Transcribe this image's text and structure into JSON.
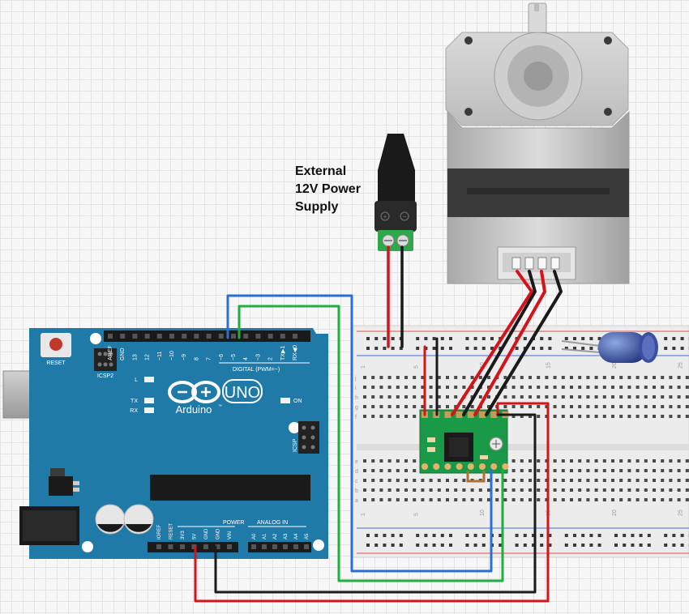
{
  "caption": {
    "line1": "External",
    "line2": "12V Power",
    "line3": "Supply"
  },
  "arduino": {
    "reset": "RESET",
    "icsp2": "ICSP2",
    "icsp": "ICSP",
    "brand": "Arduino",
    "tm": "™",
    "model": "UNO",
    "on": "ON",
    "l": "L",
    "tx": "TX",
    "rx": "RX",
    "digital": "DIGITAL (PWM=~)",
    "power": "POWER",
    "analog": "ANALOG IN",
    "top_pins": [
      "AREF",
      "GND",
      "13",
      "12",
      "~11",
      "~10",
      "~9",
      "8",
      "7",
      "~6",
      "~5",
      "4",
      "~3",
      "2",
      "TX▶1",
      "RX◀0"
    ],
    "power_pins": [
      "IOREF",
      "RESET",
      "3V3",
      "5V",
      "GND",
      "GND",
      "VIN"
    ],
    "analog_pins": [
      "A0",
      "A1",
      "A2",
      "A3",
      "A4",
      "A5"
    ]
  },
  "breadboard": {
    "row_letters": [
      "j",
      "i",
      "h",
      "g",
      "f",
      "e",
      "d",
      "c",
      "b",
      "a"
    ],
    "col_numbers": [
      "1",
      "5",
      "10",
      "15",
      "20",
      "25"
    ]
  },
  "colors": {
    "wire_red": "#d4141a",
    "wire_black": "#1a1a1a",
    "wire_green": "#1fae3f",
    "wire_blue": "#2b6fd6",
    "arduino_blue": "#1f7aa8",
    "driver_green": "#1a9a48"
  }
}
